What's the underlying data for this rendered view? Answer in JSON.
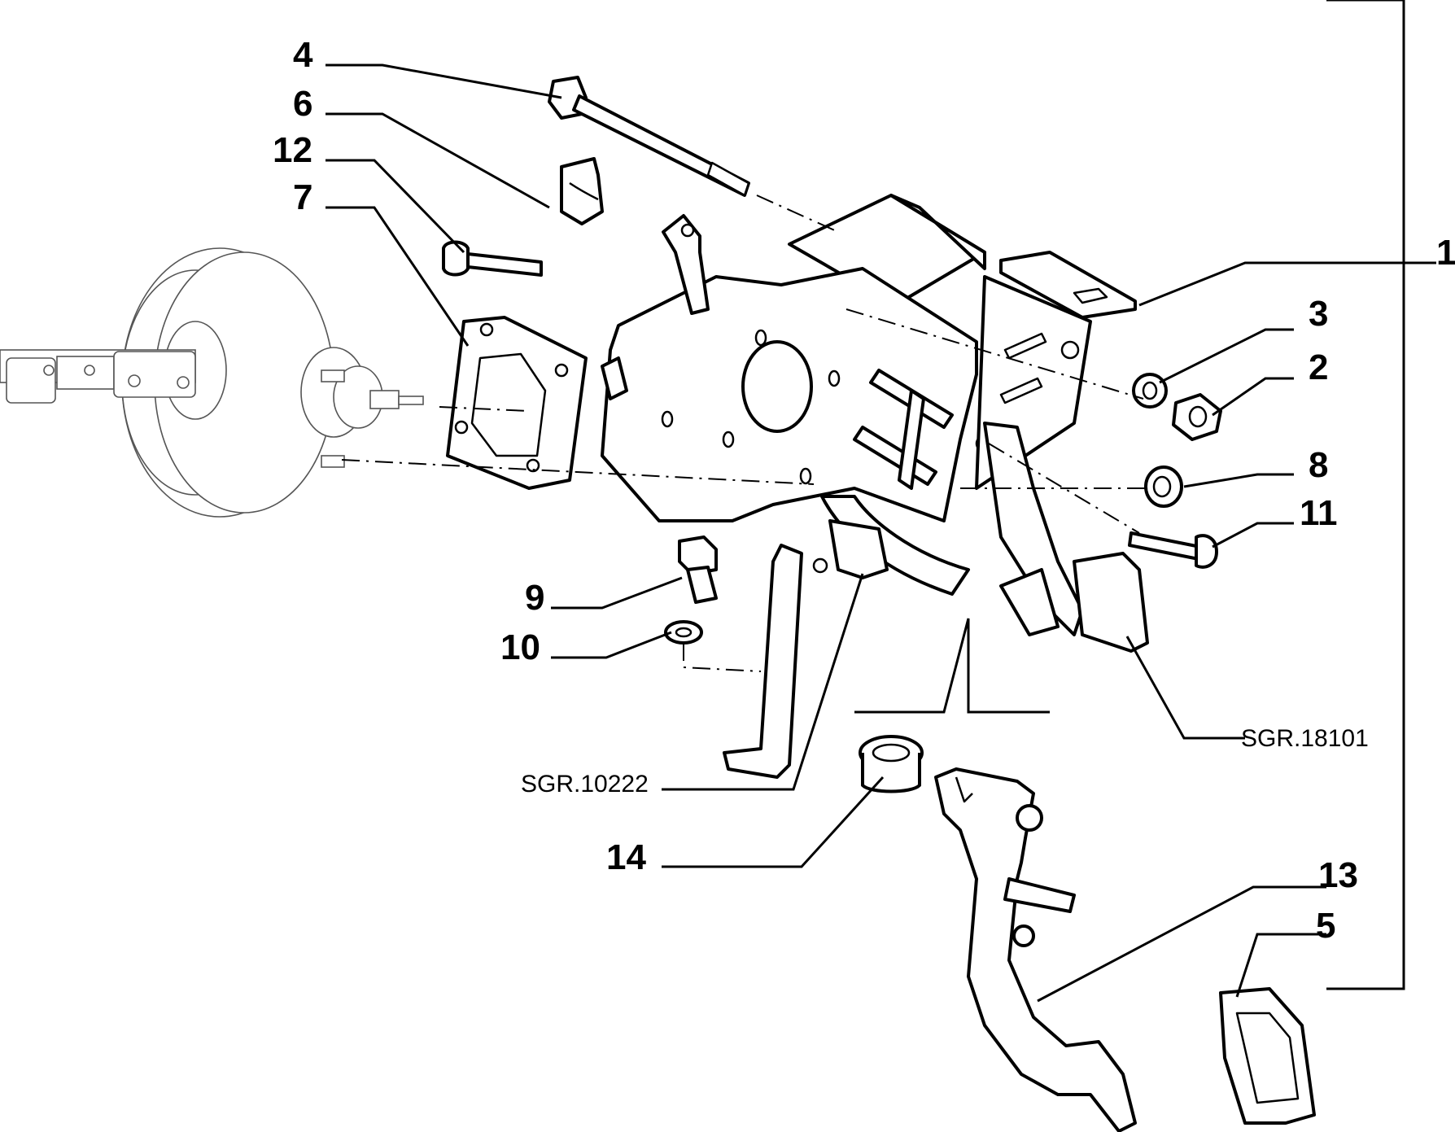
{
  "labels": {
    "part_1": "1",
    "part_2": "2",
    "part_3": "3",
    "part_4": "4",
    "part_5": "5",
    "part_6": "6",
    "part_7": "7",
    "part_8": "8",
    "part_9": "9",
    "part_10": "10",
    "part_11": "11",
    "part_12": "12",
    "part_13": "13",
    "part_14": "14"
  },
  "references": {
    "sgr_10222": "SGR.10222",
    "sgr_18101": "SGR.18101"
  }
}
